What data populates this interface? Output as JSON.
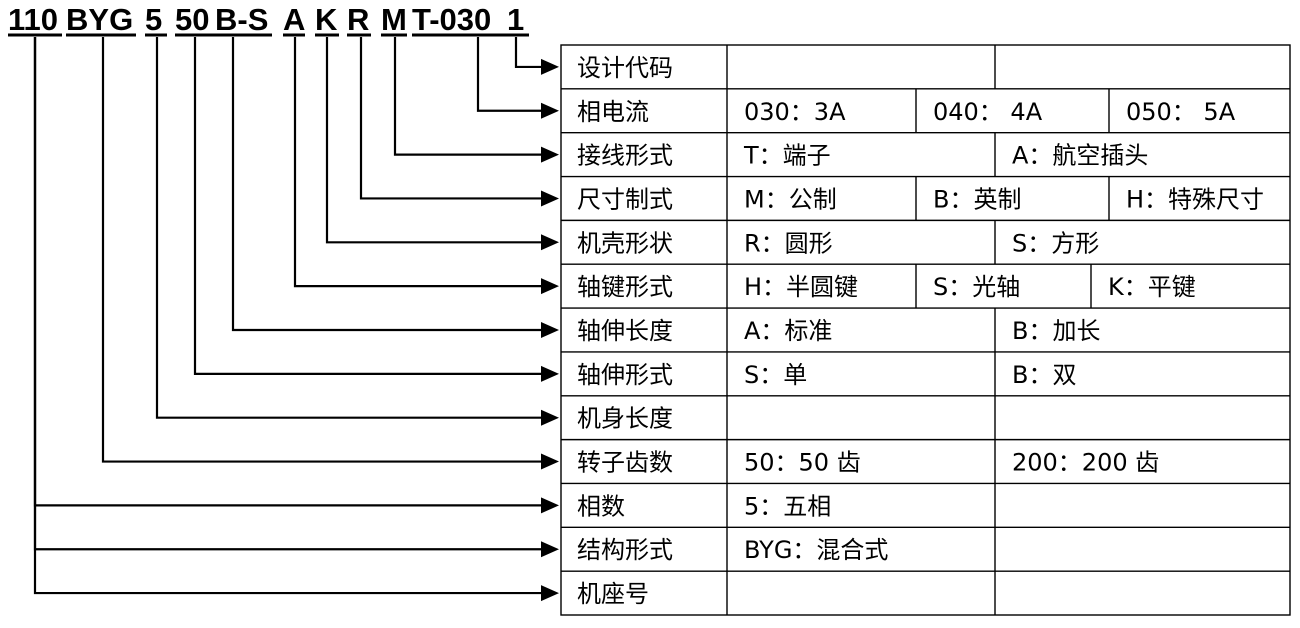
{
  "model_code": {
    "segments": [
      "110",
      "BYG",
      "5",
      "50",
      "B-S",
      "A",
      "K",
      "R",
      "M",
      "T-030",
      "1"
    ]
  },
  "table": {
    "rows": [
      {
        "label": "设计代码",
        "options": [
          "",
          ""
        ]
      },
      {
        "label": "相电流",
        "options": [
          "030：3A",
          "040： 4A",
          "050： 5A"
        ]
      },
      {
        "label": "接线形式",
        "options": [
          "T：端子",
          "A：航空插头"
        ]
      },
      {
        "label": "尺寸制式",
        "options": [
          "M：公制",
          "B：英制",
          "H：特殊尺寸"
        ]
      },
      {
        "label": "机壳形状",
        "options": [
          "R：圆形",
          "S：方形"
        ]
      },
      {
        "label": "轴键形式",
        "options": [
          "H：半圆键",
          "S：光轴",
          "K：平键"
        ]
      },
      {
        "label": "轴伸长度",
        "options": [
          "A：标准",
          "B：加长"
        ]
      },
      {
        "label": "轴伸形式",
        "options": [
          "S：单",
          "B：双"
        ]
      },
      {
        "label": "机身长度",
        "options": [
          "",
          ""
        ]
      },
      {
        "label": "转子齿数",
        "options": [
          "50：50 齿",
          "200：200 齿"
        ]
      },
      {
        "label": "相数",
        "options": [
          "5：五相",
          ""
        ]
      },
      {
        "label": "结构形式",
        "options": [
          "BYG：混合式",
          ""
        ]
      },
      {
        "label": "机座号",
        "options": [
          "",
          ""
        ]
      }
    ]
  }
}
